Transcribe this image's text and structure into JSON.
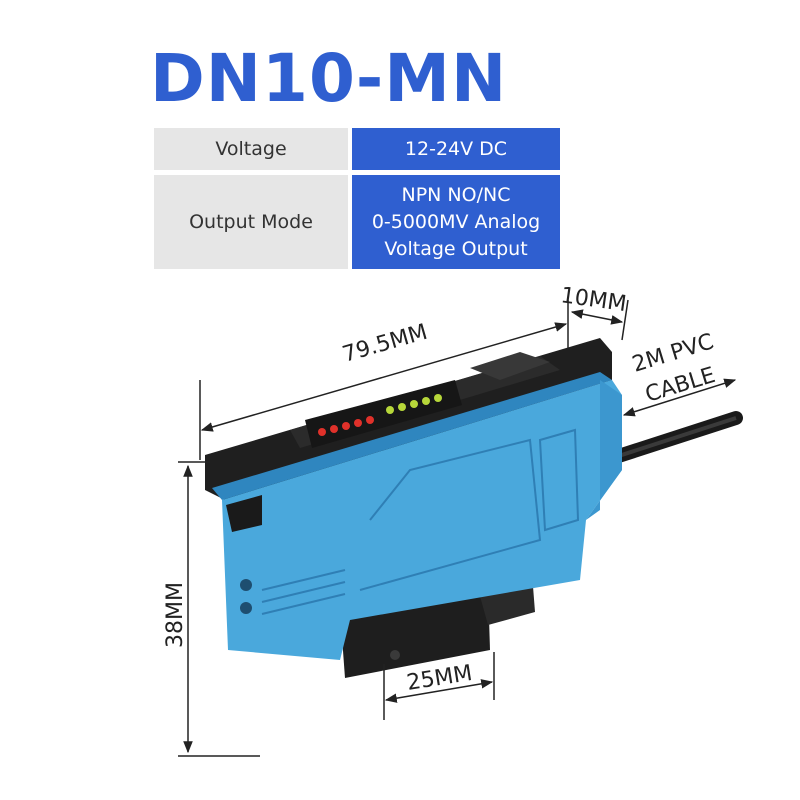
{
  "product": {
    "model": "DN10-MN"
  },
  "specs": {
    "rows": [
      {
        "label": "Voltage",
        "value_lines": [
          "12-24V DC"
        ]
      },
      {
        "label": "Output Mode",
        "value_lines": [
          "NPN NO/NC",
          "0-5000MV Analog",
          "Voltage Output"
        ]
      }
    ]
  },
  "dimensions": {
    "length": "79.5MM",
    "width": "10MM",
    "height": "38MM",
    "base": "25MM",
    "cable_line1": "2M PVC",
    "cable_line2": "CABLE"
  },
  "colors": {
    "accent": "#2f5fd0",
    "body": "#4aa8dc",
    "label_bg": "#e6e6e6"
  }
}
